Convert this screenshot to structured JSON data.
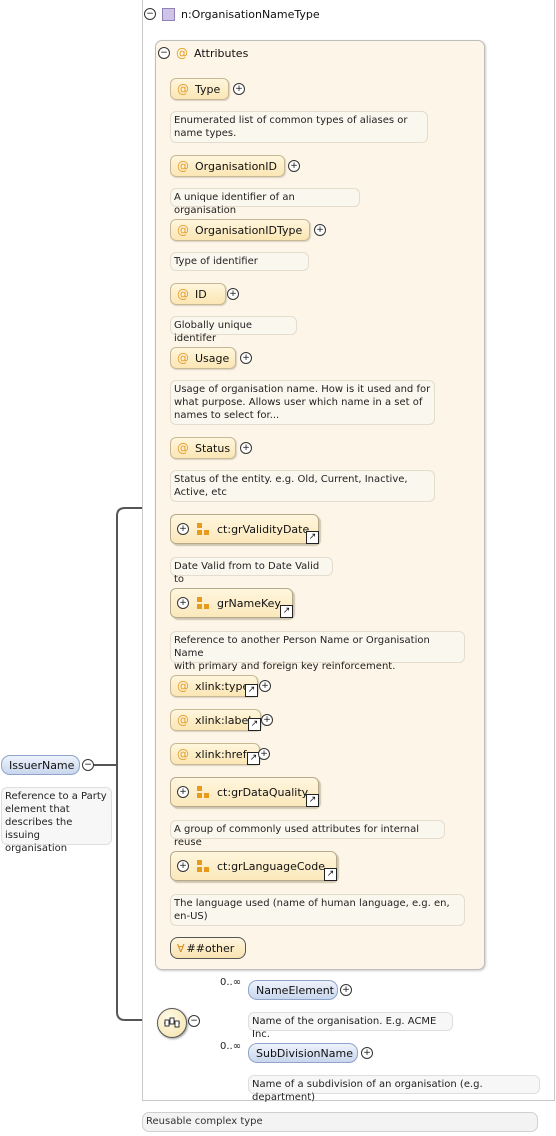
{
  "type_header": {
    "name": "n:OrganisationNameType",
    "toggle": "−"
  },
  "attributes_group": {
    "title": "Attributes",
    "at": "@",
    "toggle": "−"
  },
  "attributes": [
    {
      "name": "Type",
      "description_lines": [
        "Enumerated list of common types of aliases or",
        "name types."
      ]
    },
    {
      "name": "OrganisationID",
      "description_lines": [
        "A unique identifier of an organisation"
      ]
    },
    {
      "name": "OrganisationIDType",
      "description_lines": [
        "Type of identifier"
      ]
    },
    {
      "name": "ID",
      "description_lines": [
        "Globally unique identifer"
      ]
    },
    {
      "name": "Usage",
      "description_lines": [
        "Usage of organisation name. How is it used and for",
        "what purpose. Allows user which name in a set of",
        "names to select for..."
      ]
    },
    {
      "name": "Status",
      "description_lines": [
        "Status of the entity. e.g. Old, Current, Inactive,",
        "Active, etc"
      ]
    }
  ],
  "attribute_groups": [
    {
      "name": "ct:grValidityDate",
      "description_lines": [
        "Date Valid from to Date Valid to"
      ]
    },
    {
      "name": "grNameKey",
      "description_lines": [
        "Reference to another Person Name or Organisation Name",
        "with primary and foreign key reinforcement."
      ]
    },
    {
      "name": "ct:grDataQuality",
      "description_lines": [
        "A group of commonly used attributes for internal reuse"
      ]
    },
    {
      "name": "ct:grLanguageCode",
      "description_lines": [
        "The language used (name of human language, e.g. en,",
        "en-US)"
      ]
    }
  ],
  "xlink_attributes": [
    {
      "name": "xlink:type"
    },
    {
      "name": "xlink:label"
    },
    {
      "name": "xlink:href"
    }
  ],
  "any_attribute": {
    "label": "##other",
    "icon": "∀"
  },
  "root_element": {
    "name": "IssuerName",
    "toggle": "−",
    "description_lines": [
      "Reference to a Party",
      "element that",
      "describes the issuing",
      "organisation"
    ]
  },
  "sequence": {
    "children": [
      {
        "name": "NameElement",
        "occurrence": "0..∞",
        "description": "Name of the organisation. E.g. ACME Inc."
      },
      {
        "name": "SubDivisionName",
        "occurrence": "0..∞",
        "description": "Name of a subdivision of an organisation (e.g. department)"
      }
    ]
  },
  "footer": {
    "text": "Reusable complex type"
  },
  "symbols": {
    "plus": "+",
    "minus": "−",
    "at": "@",
    "ref": "↗"
  },
  "colors": {
    "attribute_fill": "#fbe6b4",
    "element_fill": "#c9d6ee",
    "group_icon": "#e89a1c",
    "type_square": "#cfc4e8"
  }
}
